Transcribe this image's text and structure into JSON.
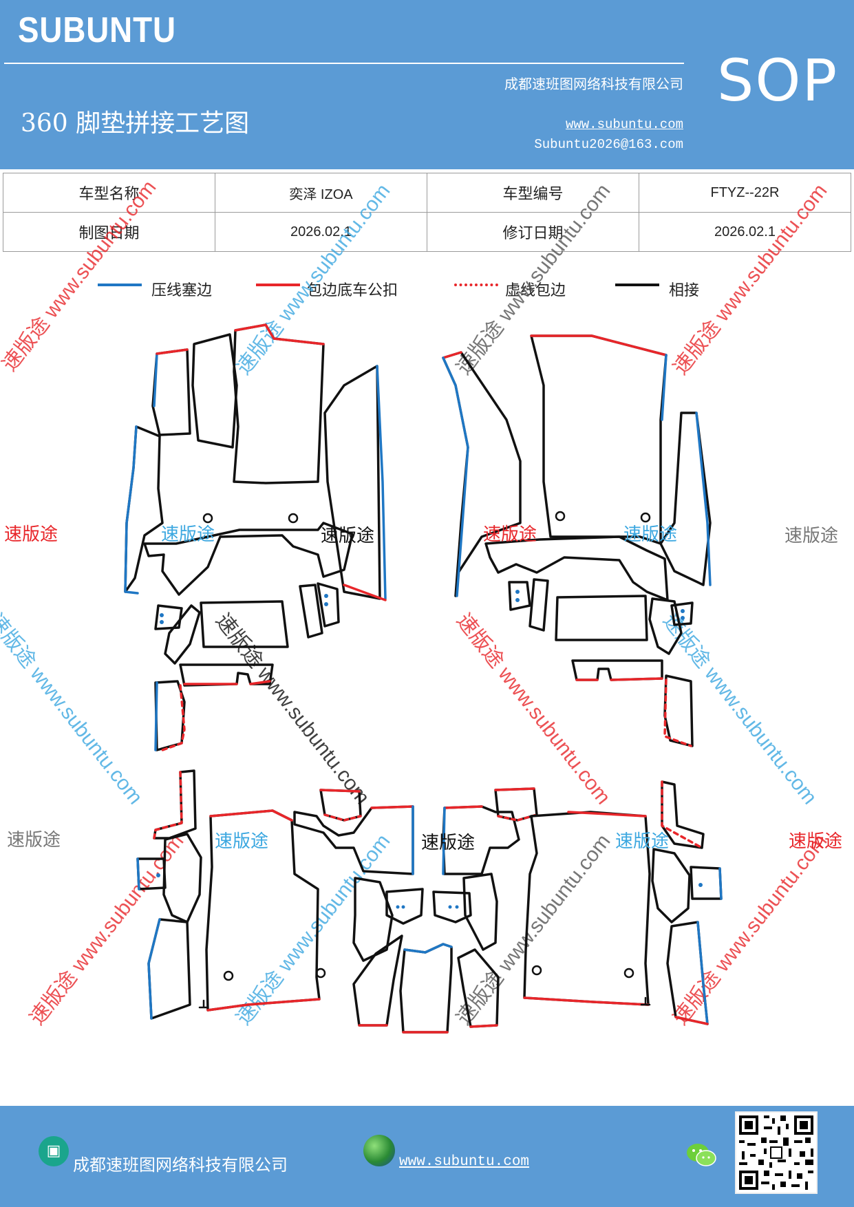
{
  "header": {
    "brand": "SUBUNTU",
    "company": "成都速班图网络科技有限公司",
    "title": "360 脚垫拼接工艺图",
    "website": "www.subuntu.com",
    "email": "Subuntu2026@163.com",
    "tag": "SOP",
    "color": "#5b9bd5"
  },
  "info": {
    "model_name_label": "车型名称",
    "model_name": "奕泽 IZOA",
    "model_code_label": "车型编号",
    "model_code": "FTYZ--22R",
    "draw_date_label": "制图日期",
    "draw_date": "2026.02.1",
    "revise_date_label": "修订日期",
    "revise_date": "2026.02.1"
  },
  "legend": [
    {
      "label": "压线塞边",
      "color": "#1f77c4",
      "style": "solid"
    },
    {
      "label": "包边底车公扣",
      "color": "#e8262a",
      "style": "solid"
    },
    {
      "label": "虚线包边",
      "color": "#e8262a",
      "style": "dashed"
    },
    {
      "label": "相接",
      "color": "#111111",
      "style": "solid"
    }
  ],
  "watermarks": {
    "site": "速版途 www.subuntu.com",
    "brand": "速版途"
  },
  "footer": {
    "company": "成都速班图网络科技有限公司",
    "website": "www.subuntu.com ",
    "icons": [
      "building-icon",
      "globe-icon",
      "wechat-icon",
      "qr-code"
    ]
  }
}
